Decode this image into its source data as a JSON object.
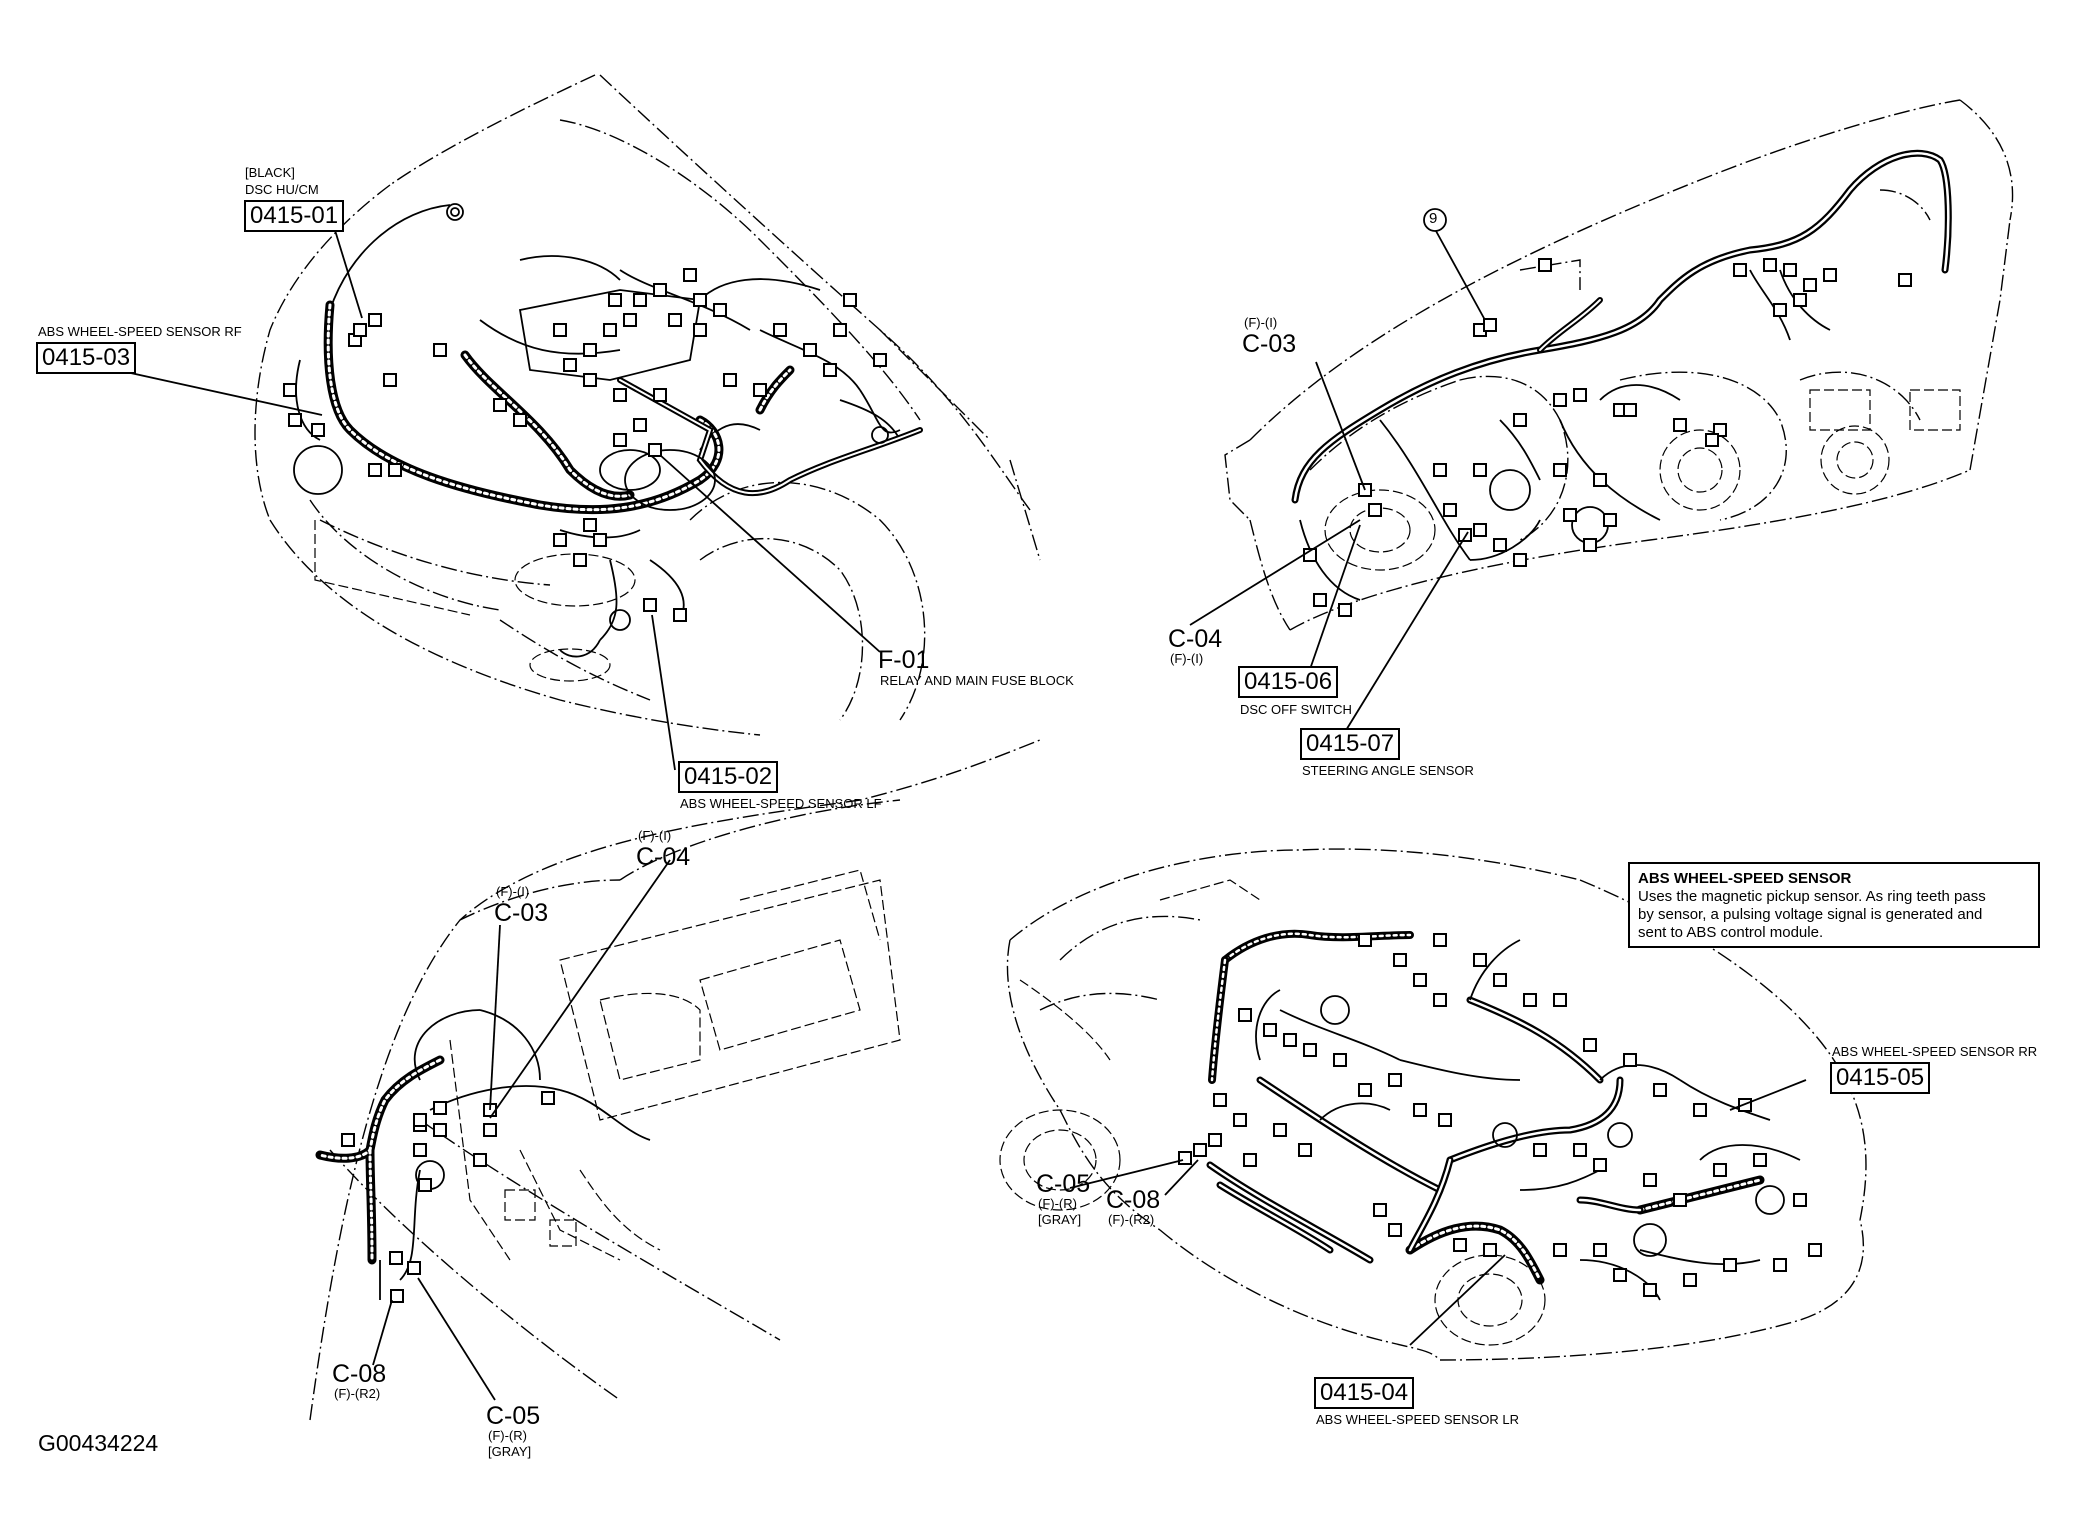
{
  "figure_id": "G00434224",
  "views": {
    "engine": {
      "conn_0415_01": {
        "box": "0415-01",
        "color": "[BLACK]",
        "desc": "DSC HU/CM"
      },
      "conn_0415_03": {
        "box": "0415-03",
        "desc": "ABS WHEEL-SPEED SENSOR RF"
      },
      "conn_0415_02": {
        "box": "0415-02",
        "desc": "ABS WHEEL-SPEED SENSOR LF"
      },
      "conn_f01": {
        "id": "F-01",
        "desc": "RELAY AND MAIN FUSE BLOCK"
      }
    },
    "dash": {
      "ref_9": "9",
      "c03": {
        "pos": "(F)-(I)",
        "id": "C-03"
      },
      "c04": {
        "id": "C-04",
        "pos": "(F)-(I)"
      },
      "conn_0415_06": {
        "box": "0415-06",
        "desc": "DSC OFF SWITCH"
      },
      "conn_0415_07": {
        "box": "0415-07",
        "desc": "STEERING ANGLE SENSOR"
      }
    },
    "console": {
      "c04": {
        "pos": "(F)-(I)",
        "id": "C-04"
      },
      "c03": {
        "pos": "(F)-(I)",
        "id": "C-03"
      },
      "c08": {
        "id": "C-08",
        "pos": "(F)-(R2)"
      },
      "c05": {
        "id": "C-05",
        "pos": "(F)-(R)",
        "color": "[GRAY]"
      }
    },
    "body": {
      "c05": {
        "id": "C-05",
        "pos": "(F)-(R)",
        "color": "[GRAY]"
      },
      "c08": {
        "id": "C-08",
        "pos": "(F)-(R2)"
      },
      "conn_0415_05": {
        "box": "0415-05",
        "desc": "ABS WHEEL-SPEED SENSOR RR"
      },
      "conn_0415_04": {
        "box": "0415-04",
        "desc": "ABS WHEEL-SPEED SENSOR LR"
      },
      "note": {
        "title": "ABS WHEEL-SPEED SENSOR",
        "lines": [
          "Uses the magnetic pickup sensor. As ring teeth pass",
          "by sensor, a pulsing voltage signal is generated and",
          "sent to ABS control module."
        ]
      }
    }
  }
}
